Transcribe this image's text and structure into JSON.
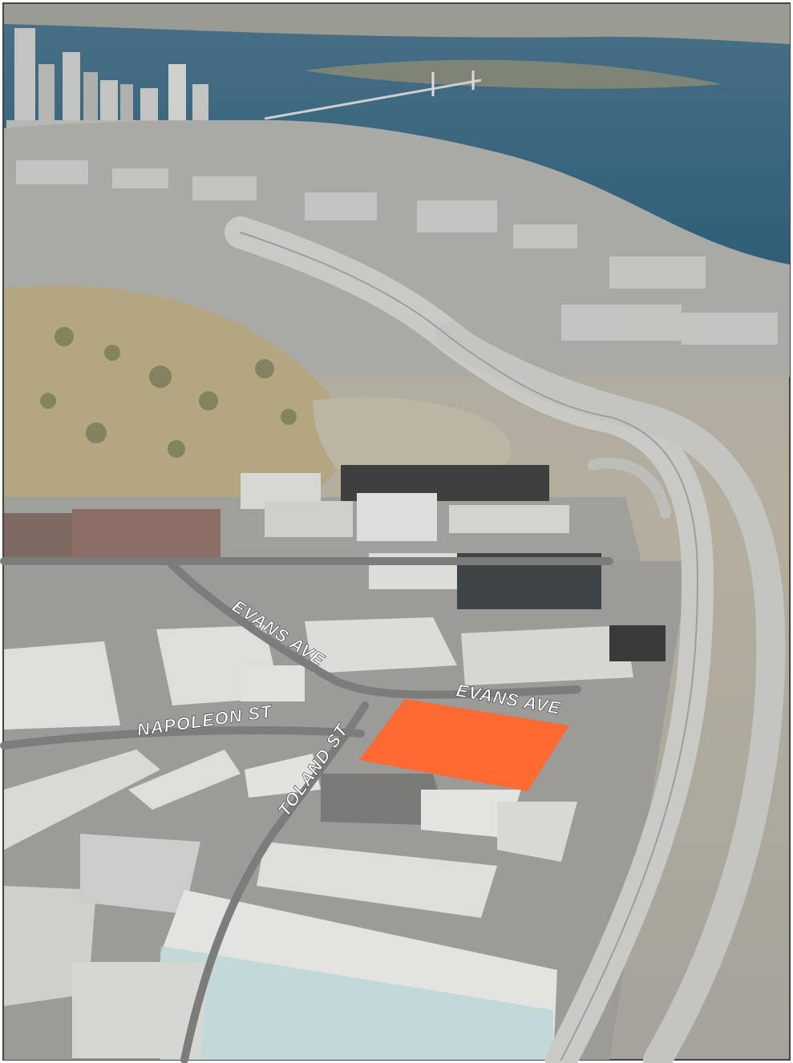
{
  "map": {
    "streets": {
      "evans_ave_west": "EVANS AVE",
      "evans_ave_east": "EVANS AVE",
      "napoleon_st": "NAPOLEON ST",
      "toland_st": "TOLAND ST"
    },
    "colors": {
      "site_highlight": "#ff6a33",
      "water": "#3d6b86",
      "land": "#b9b4a7",
      "freeway": "#c9c9c6",
      "warehouse_roof": "#dcdcd8"
    }
  }
}
